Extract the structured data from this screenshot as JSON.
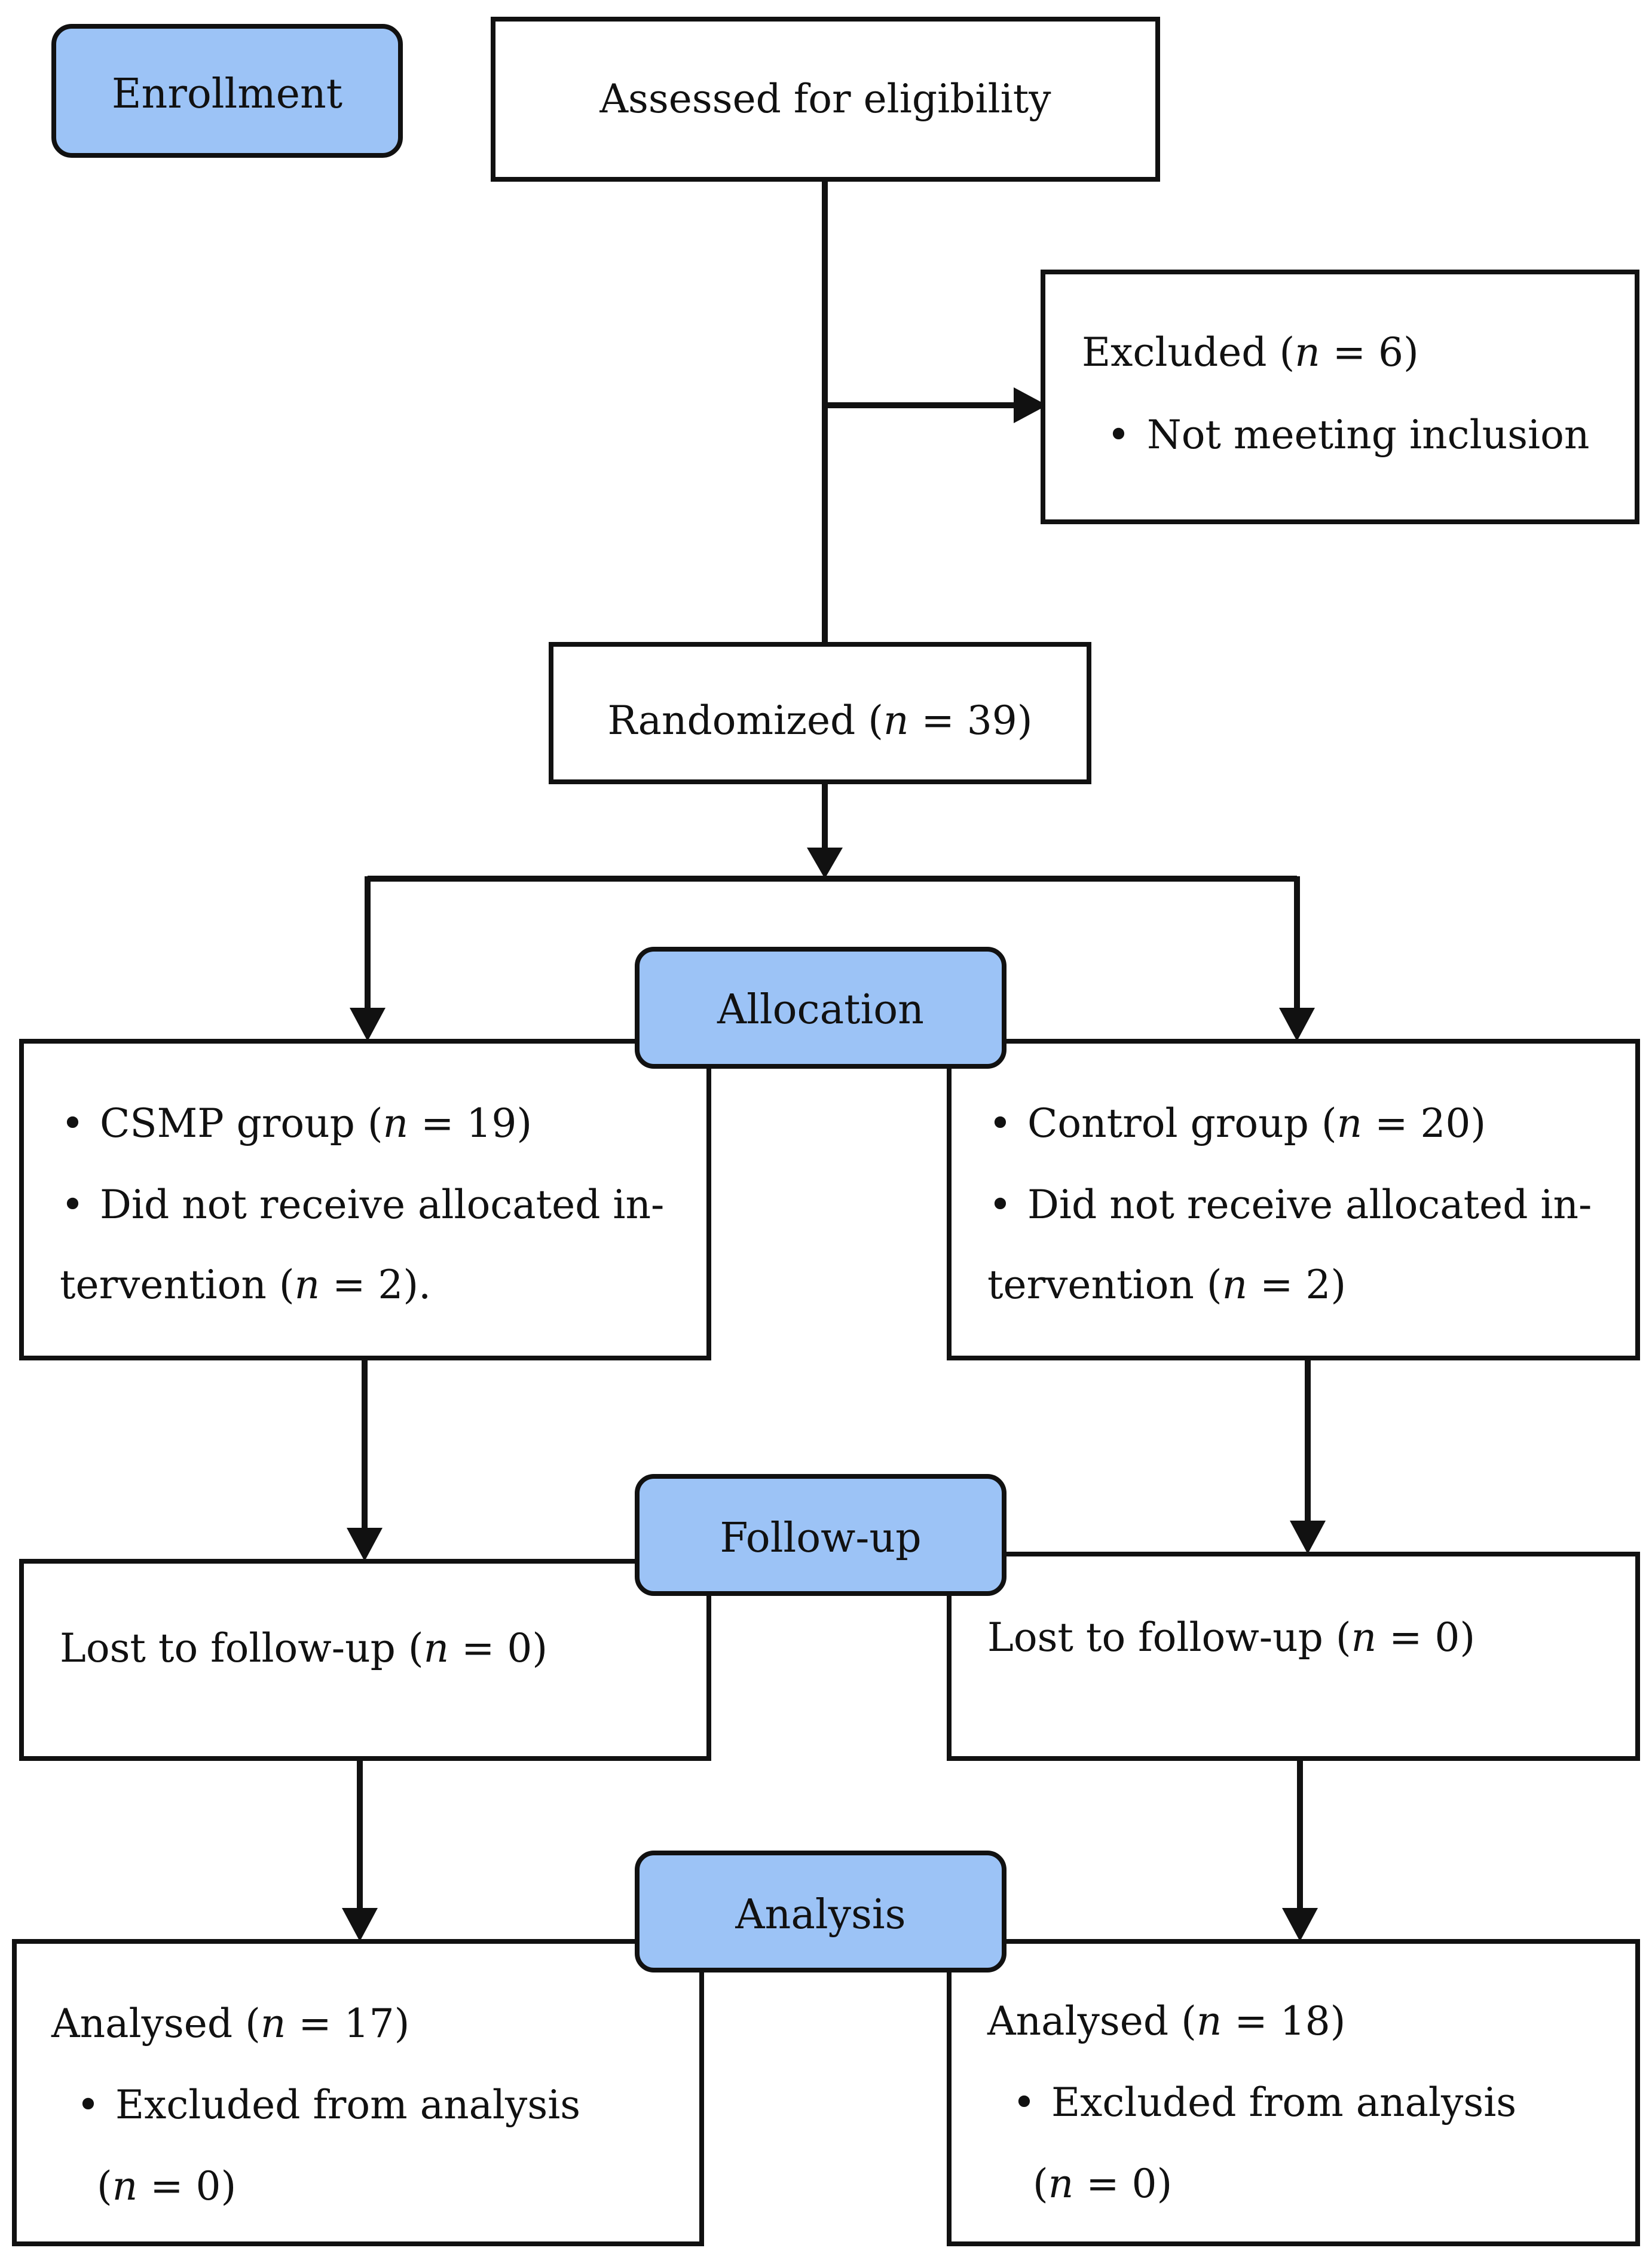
{
  "colors": {
    "stage_fill": "#9CC3F6",
    "stroke": "#111111",
    "background": "#ffffff"
  },
  "stages": {
    "enrollment": "Enrollment",
    "allocation": "Allocation",
    "follow_up": "Follow-up",
    "analysis": "Analysis"
  },
  "boxes": {
    "assessed": {
      "text": "Assessed for eligibility"
    },
    "excluded": {
      "title": "Excluded (",
      "n_symbol": "n",
      "title_rest": " = 6)",
      "bullet": "Not meeting inclusion"
    },
    "randomized": {
      "text": "Randomized (",
      "n_symbol": "n",
      "rest": " = 39)"
    },
    "csmp": {
      "line1": "CSMP group (",
      "line1_rest": " = 19)",
      "line2": "Did not receive allocated in-",
      "line3": "tervention (",
      "line3_rest": " = 2).",
      "n_symbol": "n"
    },
    "control": {
      "line1": "Control group (",
      "line1_rest": " = 20)",
      "line2": "Did not receive allocated in-",
      "line3": "tervention (",
      "line3_rest": " = 2)",
      "n_symbol": "n"
    },
    "lost_left": {
      "text": "Lost to follow-up (",
      "rest": " = 0)",
      "n_symbol": "n"
    },
    "lost_right": {
      "text": "Lost to follow-up (",
      "rest": " = 0)",
      "n_symbol": "n"
    },
    "analysed_left": {
      "line1": "Analysed (",
      "line1_rest": " = 17)",
      "bullet": "Excluded from analysis",
      "line3": "(",
      "line3_rest": " = 0)",
      "n_symbol": "n"
    },
    "analysed_right": {
      "line1": "Analysed (",
      "line1_rest": " = 18)",
      "bullet": "Excluded from analysis",
      "line3": "(",
      "line3_rest": " = 0)",
      "n_symbol": "n"
    }
  },
  "bullet_char": "•"
}
